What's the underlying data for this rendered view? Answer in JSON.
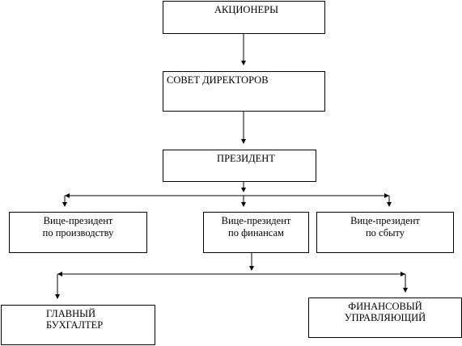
{
  "diagram": {
    "shareholders": "АКЦИОНЕРЫ",
    "board": "СОВЕТ ДИРЕКТОРОВ",
    "president": "ПРЕЗИДЕНТ",
    "vp_production": {
      "line1": "Вице-президент",
      "line2": "по производству"
    },
    "vp_finance": {
      "line1": "Вице-президент",
      "line2": "по финансам"
    },
    "vp_sales": {
      "line1": "Вице-президент",
      "line2": "по сбыту"
    },
    "chief_accountant": {
      "line1": "ГЛАВНЫЙ",
      "line2": "БУХГАЛТЕР"
    },
    "finance_manager": {
      "line1": "ФИНАНСОВЫЙ",
      "line2": "УПРАВЛЯЮЩИЙ"
    }
  },
  "colors": {
    "line": "#000000",
    "box_border": "#000000",
    "background": "#ffffff"
  }
}
